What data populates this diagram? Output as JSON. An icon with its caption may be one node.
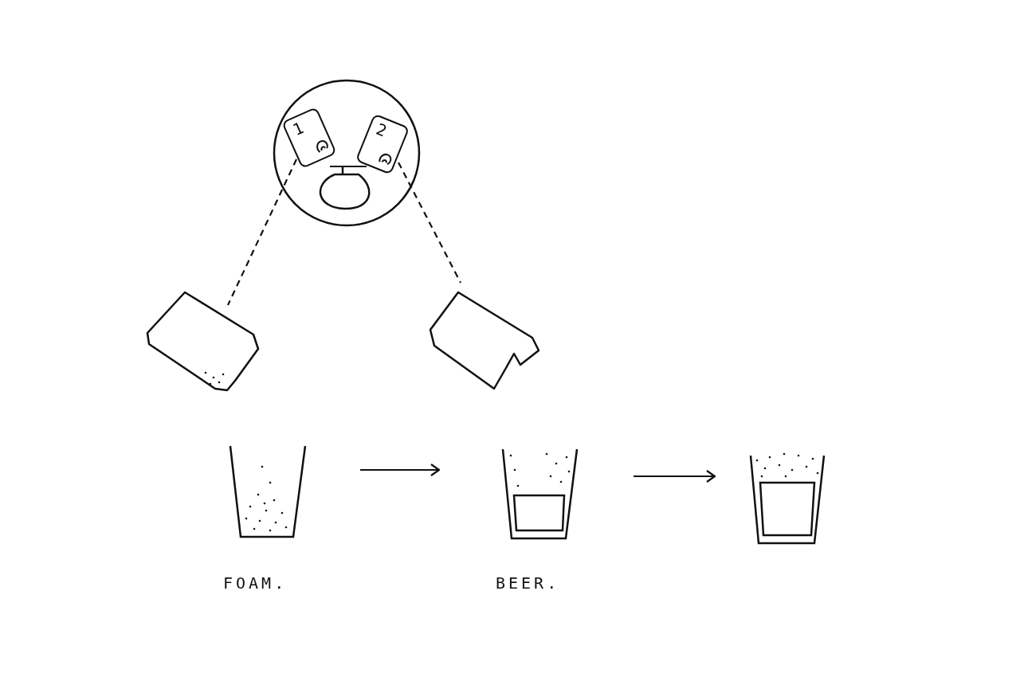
{
  "diagram": {
    "nodes": [
      {
        "text": [],
        "shape": "circle"
      },
      {
        "text": [
          "1"
        ],
        "in": 0
      },
      {
        "text": [
          "2"
        ],
        "in": 0
      },
      {
        "text": [],
        "shape": "picture"
      },
      {
        "text": [],
        "shape": "picture"
      },
      {
        "text": [],
        "shape": "picture",
        "beside": [
          "FOAM."
        ]
      },
      {
        "text": [],
        "shape": "picture",
        "beside": [
          "BEER."
        ]
      },
      {
        "text": [],
        "shape": "picture"
      }
    ],
    "edges": [
      {
        "from": 1,
        "to": 2,
        "arrow": "none"
      },
      {
        "from": 0,
        "to": 3,
        "arrow": "none",
        "style": "dashed"
      },
      {
        "from": 0,
        "to": 4,
        "arrow": "none",
        "style": "dashed"
      },
      {
        "from": 5,
        "to": 6,
        "arrow": "to"
      },
      {
        "from": 6,
        "to": 7,
        "arrow": "to"
      }
    ]
  }
}
